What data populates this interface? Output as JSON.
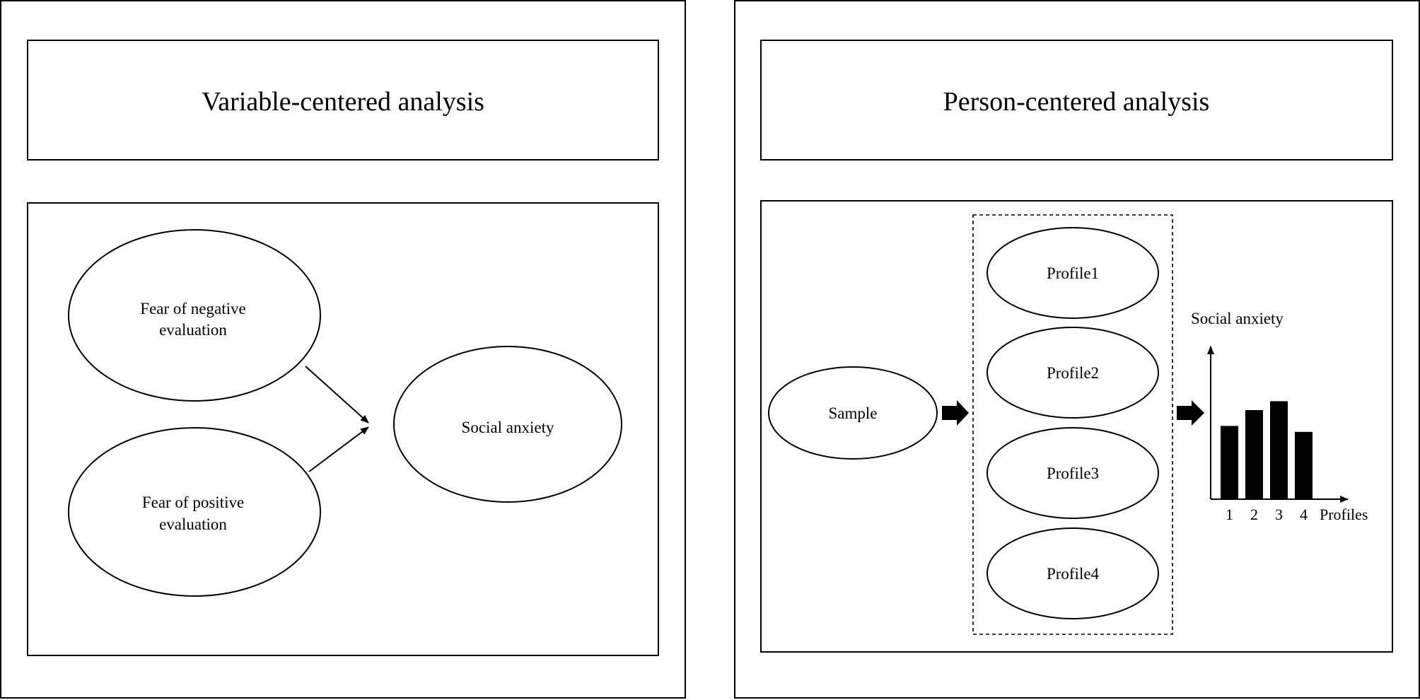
{
  "left_panel": {
    "title": "Variable-centered analysis",
    "nodes": {
      "fne_line1": "Fear of negative",
      "fne_line2": "evaluation",
      "fpe_line1": "Fear of positive",
      "fpe_line2": "evaluation",
      "outcome": "Social anxiety"
    }
  },
  "right_panel": {
    "title": "Person-centered analysis",
    "sample": "Sample",
    "profiles": [
      "Profile1",
      "Profile2",
      "Profile3",
      "Profile4"
    ]
  },
  "chart_data": {
    "type": "bar",
    "title": "",
    "ylabel": "Social anxiety",
    "xlabel": "Profiles",
    "categories": [
      "1",
      "2",
      "3",
      "4"
    ],
    "values": [
      0.74,
      0.9,
      0.99,
      0.68
    ],
    "ylim": [
      0,
      1.5
    ]
  }
}
